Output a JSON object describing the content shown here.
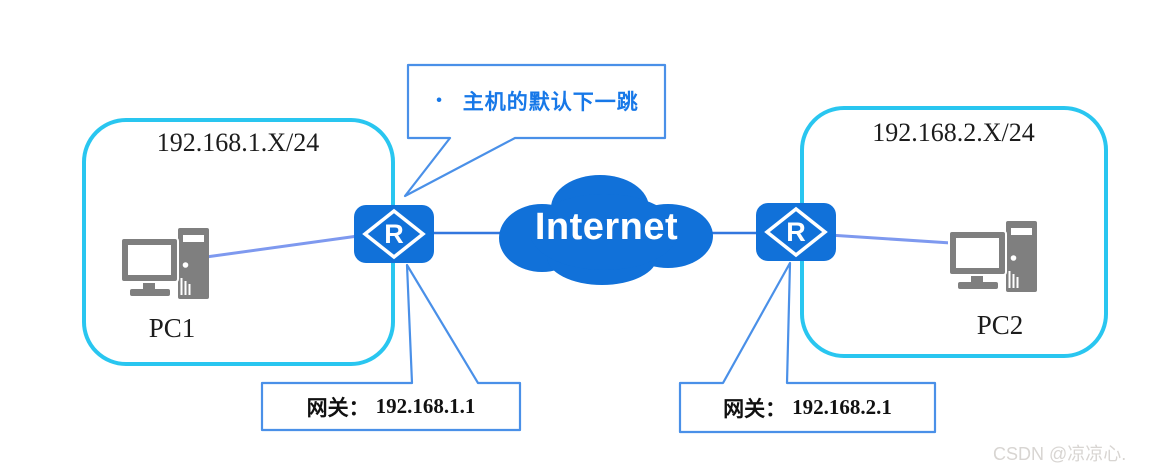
{
  "colors": {
    "subnet_border_cyan": "#29C6F0",
    "device_blue": "#1171D9",
    "box_border_blue": "#4A90E8",
    "callout_text_blue": "#1778E8",
    "pc_connector_light_blue": "#7E99EF",
    "trunk_line_blue": "#3377DE",
    "pc_icon_gray": "#7F7F7F",
    "watermark_gray": "#D8D5D2"
  },
  "diagram": {
    "left_subnet": {
      "title": "192.168.1.X/24",
      "pc_label": "PC1"
    },
    "right_subnet": {
      "title": "192.168.2.X/24",
      "pc_label": "PC2"
    },
    "callout": {
      "bullet": "•",
      "text": "主机的默认下一跳"
    },
    "internet_label": "Internet",
    "routers": [
      {
        "label": "R"
      },
      {
        "label": "R"
      }
    ],
    "left_gateway": {
      "label": "网关：",
      "ip": "192.168.1.1"
    },
    "right_gateway": {
      "label": "网关：",
      "ip": "192.168.2.1"
    },
    "watermark": "CSDN @凉凉心."
  }
}
